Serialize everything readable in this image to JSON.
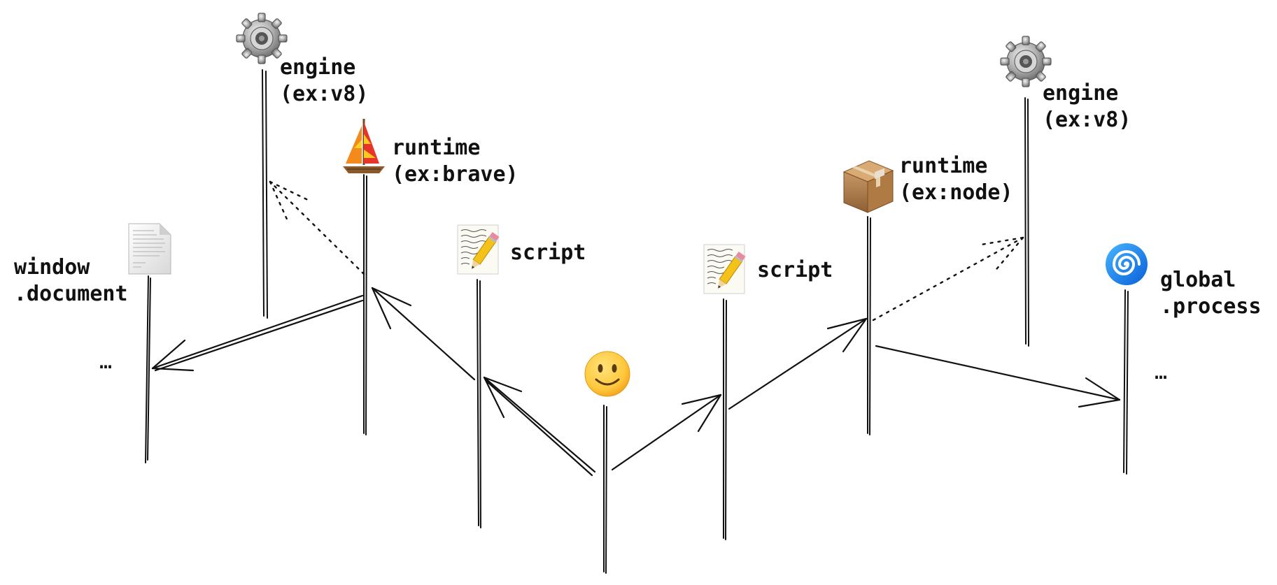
{
  "diagram": {
    "left": {
      "engine": {
        "line1": "engine",
        "line2": "(ex:v8)",
        "icon": "gear-icon"
      },
      "runtime": {
        "line1": "runtime",
        "line2": "(ex:brave)",
        "icon": "sailboat-icon"
      },
      "script": {
        "label": "script",
        "icon": "script-icon"
      },
      "global": {
        "line1": "window",
        "line2": ".document",
        "icon": "document-icon"
      },
      "more": "…"
    },
    "center": {
      "icon": "smiley-face-icon"
    },
    "right": {
      "engine": {
        "line1": "engine",
        "line2": "(ex:v8)",
        "icon": "gear-icon"
      },
      "runtime": {
        "line1": "runtime",
        "line2": "(ex:node)",
        "icon": "package-icon"
      },
      "script": {
        "label": "script",
        "icon": "script-icon"
      },
      "global": {
        "line1": "global",
        "line2": ".process",
        "icon": "spiral-icon"
      },
      "more": "…"
    }
  }
}
